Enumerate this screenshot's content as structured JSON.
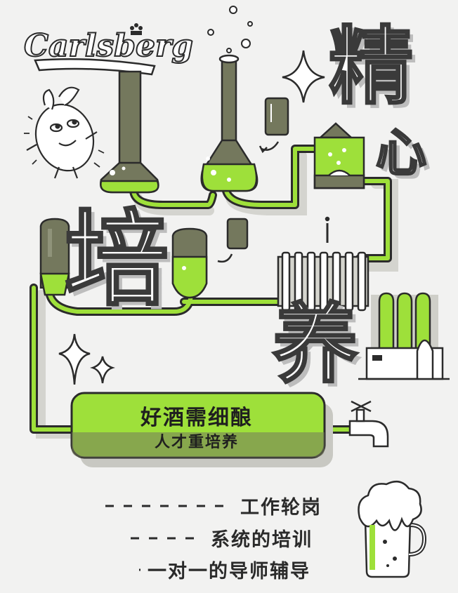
{
  "brand": {
    "name": "Carlsberg"
  },
  "big_chars": {
    "jing": "精",
    "xin": "心",
    "pei": "培",
    "yang": "养"
  },
  "slogan": {
    "main": "好酒需细酿",
    "sub": "人才重培养"
  },
  "list": [
    "工作轮岗",
    "系统的培训",
    "一对一的导师辅导"
  ],
  "colors": {
    "green": "#9ee03a",
    "olive": "#74785d",
    "ink": "#2b2b2b",
    "paper": "#f2f2f1"
  }
}
